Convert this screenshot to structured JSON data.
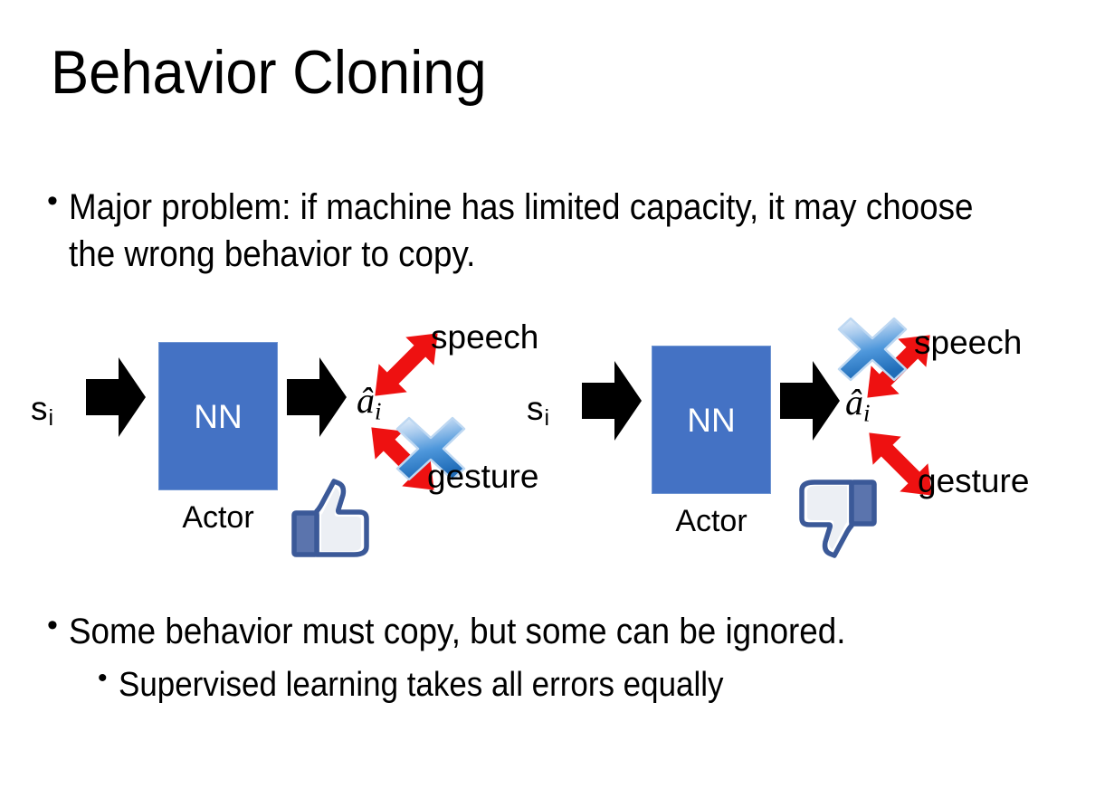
{
  "slide": {
    "title": "Behavior Cloning",
    "background_color": "#ffffff",
    "bullet_char": "•"
  },
  "bullets": {
    "top": "Major problem: if machine has limited capacity, it may choose the wrong behavior to copy.",
    "middle": "Some behavior must copy, but some can be ignored.",
    "sub": "Supervised learning takes all errors equally"
  },
  "colors": {
    "nn_fill": "#4472C4",
    "nn_border": "#6f95d2",
    "nn_text": "#ffffff",
    "arrow_black": "#000000",
    "arrow_red": "#ee1111",
    "x_blue_light": "#cfe0f5",
    "x_blue_dark": "#2f7fd0",
    "thumb_outline": "#3b5998",
    "thumb_fill": "#ffffff",
    "thumb_cuff": "#5b74ad",
    "text": "#000000"
  },
  "diagrams": [
    {
      "id": "left",
      "state_label": "s",
      "state_sub": "i",
      "nn_label": "NN",
      "actor_label": "Actor",
      "action_label": "â",
      "action_sub": "i",
      "branch_top": "speech",
      "branch_bottom": "gesture",
      "crossed_branch": "gesture",
      "verdict_icon": "thumbs-up-icon",
      "in_arrow_icon": "black-block-arrow-icon",
      "out_arrow_icon": "black-block-arrow-icon"
    },
    {
      "id": "right",
      "state_label": "s",
      "state_sub": "i",
      "nn_label": "NN",
      "actor_label": "Actor",
      "action_label": "â",
      "action_sub": "i",
      "branch_top": "speech",
      "branch_bottom": "gesture",
      "crossed_branch": "speech",
      "verdict_icon": "thumbs-down-icon",
      "in_arrow_icon": "black-block-arrow-icon",
      "out_arrow_icon": "black-block-arrow-icon"
    }
  ]
}
